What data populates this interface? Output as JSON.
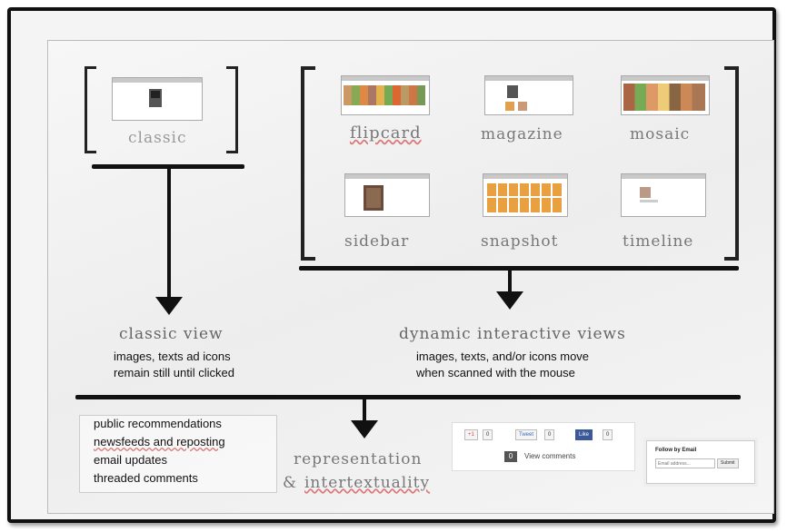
{
  "classic": {
    "label": "classic"
  },
  "dynamic_views": [
    {
      "label": "flipcard"
    },
    {
      "label": "magazine"
    },
    {
      "label": "mosaic"
    },
    {
      "label": "sidebar"
    },
    {
      "label": "snapshot"
    },
    {
      "label": "timeline"
    }
  ],
  "classic_view": {
    "title": "classic view",
    "line1": "images, texts ad icons",
    "line2": "remain still until clicked"
  },
  "dynamic_interactive": {
    "title": "dynamic interactive views",
    "line1": "images, texts, and/or icons move",
    "line2": "when scanned with the mouse"
  },
  "features": [
    "public recommendations",
    "newsfeeds and reposting",
    "email updates",
    "threaded comments"
  ],
  "representation": {
    "line1": "representation",
    "amp": "&",
    "line2": "intertextuality"
  },
  "social_widget": {
    "plus_label": "+1",
    "plus_count": "0",
    "tweet_label": "Tweet",
    "tweet_count": "0",
    "like_label": "Like",
    "like_count": "0",
    "comments_count": "0",
    "comments_label": "View comments"
  },
  "follow_widget": {
    "title": "Follow by Email",
    "placeholder": "Email address...",
    "submit": "Submit"
  },
  "colors": {
    "line": "#111111",
    "accent_blue": "#3b6fb6",
    "accent_red": "#d44"
  }
}
